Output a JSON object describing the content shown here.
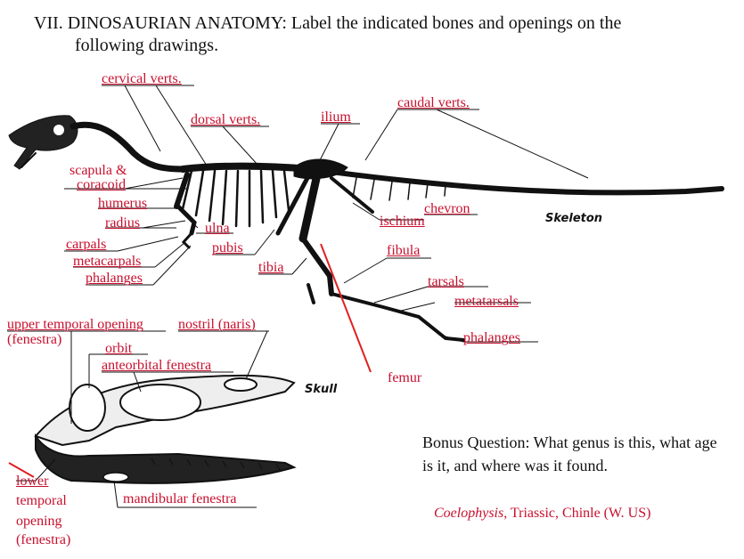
{
  "header": {
    "title_line1": "VII. DINOSAURIAN ANATOMY: Label the indicated bones and openings on the",
    "title_line2": "following drawings."
  },
  "skeleton": {
    "caption": "Skeleton",
    "labels": {
      "cervical": "cervical verts.",
      "dorsal": "dorsal verts.",
      "ilium": "ilium",
      "caudal": "caudal verts.",
      "scapula": "scapula &",
      "coracoid": "coracoid",
      "humerus": "humerus",
      "radius": "radius",
      "ulna": "ulna",
      "carpals": "carpals",
      "metacarpals": "metacarpals",
      "phalanges_hand": "phalanges",
      "pubis": "pubis",
      "tibia": "tibia",
      "chevron": "chevron",
      "ischium": "ischium",
      "fibula": "fibula",
      "tarsals": "tarsals",
      "metatarsals": "metatarsals",
      "phalanges_foot": "phalanges",
      "femur": "femur"
    }
  },
  "skull": {
    "caption": "Skull",
    "labels": {
      "upper_temporal": "upper temporal opening",
      "fenestra1": "(fenestra)",
      "nostril": "nostril (naris)",
      "orbit": "orbit",
      "antorbital": "anteorbital fenestra",
      "lower1": "lower",
      "lower2": "temporal",
      "lower3": "opening",
      "lower4": "(fenestra)",
      "mandibular": "mandibular fenestra"
    }
  },
  "bonus": {
    "question": "Bonus Question: What genus is this, what age is it, and where was it found.",
    "answer_genus": "Coelophysis",
    "answer_rest": ", Triassic, Chinle (W. US)"
  },
  "colors": {
    "label": "#c8102e",
    "ink": "#111111"
  }
}
